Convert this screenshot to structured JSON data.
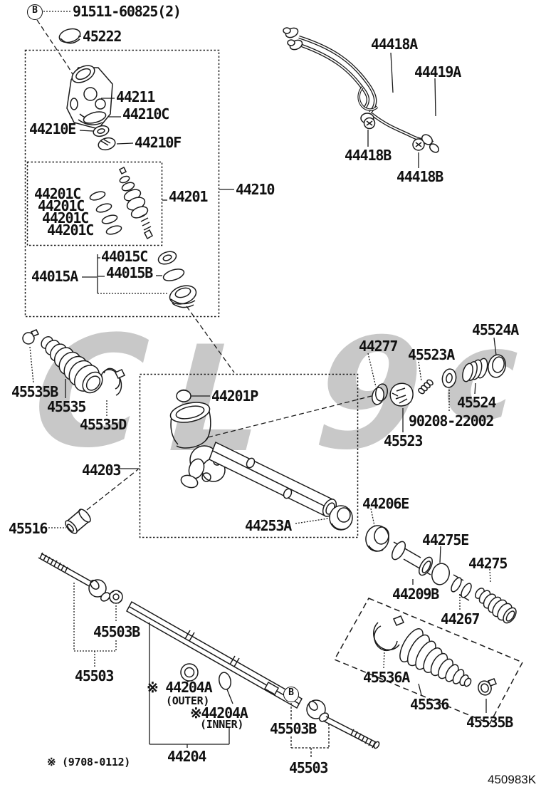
{
  "figure": {
    "code": "450983K",
    "note": "※ (9708-0112)"
  },
  "colors": {
    "line": "#1a1a1a",
    "background": "#ffffff",
    "watermark": "#c8c8c8"
  },
  "watermark": {
    "letters": [
      "C",
      "L",
      "9",
      "c"
    ]
  },
  "labels": [
    {
      "text": "91511-60825(2)"
    },
    {
      "text": "B"
    },
    {
      "text": "45222"
    },
    {
      "text": "44211"
    },
    {
      "text": "44210C"
    },
    {
      "text": "44210E"
    },
    {
      "text": "44210F"
    },
    {
      "text": "44201C"
    },
    {
      "text": "44201C"
    },
    {
      "text": "44201C"
    },
    {
      "text": "44201C"
    },
    {
      "text": "44201"
    },
    {
      "text": "44210"
    },
    {
      "text": "44015C"
    },
    {
      "text": "44015B"
    },
    {
      "text": "44015A"
    },
    {
      "text": "44418A"
    },
    {
      "text": "44419A"
    },
    {
      "text": "44418B"
    },
    {
      "text": "44418B"
    },
    {
      "text": "45524A"
    },
    {
      "text": "45523A"
    },
    {
      "text": "44277"
    },
    {
      "text": "45524"
    },
    {
      "text": "90208-22002"
    },
    {
      "text": "45523"
    },
    {
      "text": "44201P"
    },
    {
      "text": "45535B"
    },
    {
      "text": "45535"
    },
    {
      "text": "45535D"
    },
    {
      "text": "44203"
    },
    {
      "text": "45516"
    },
    {
      "text": "44253A"
    },
    {
      "text": "44206E"
    },
    {
      "text": "44275E"
    },
    {
      "text": "44275"
    },
    {
      "text": "44209B"
    },
    {
      "text": "44267"
    },
    {
      "text": "45503B"
    },
    {
      "text": "45503"
    },
    {
      "text": "※ 44204A"
    },
    {
      "text": "(OUTER)"
    },
    {
      "text": "※44204A"
    },
    {
      "text": "(INNER)"
    },
    {
      "text": "44204"
    },
    {
      "text": "45503B"
    },
    {
      "text": "B"
    },
    {
      "text": "45503"
    },
    {
      "text": "45536A"
    },
    {
      "text": "45536"
    },
    {
      "text": "45535B"
    },
    {
      "text": "※ (9708-0112)"
    },
    {
      "text": "450983K"
    }
  ]
}
